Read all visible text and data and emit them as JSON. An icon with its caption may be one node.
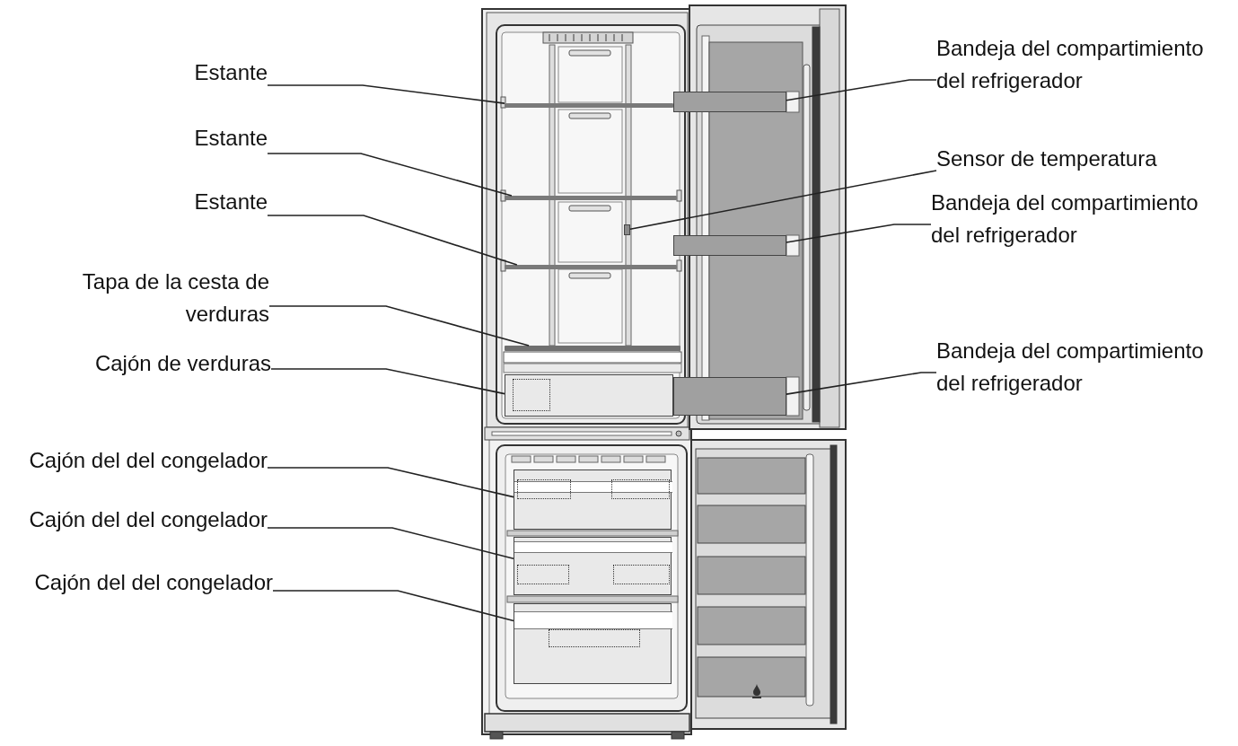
{
  "diagram": {
    "nodes": [
      {
        "text": [
          "Estante"
        ]
      },
      {
        "text": [
          "Estante"
        ]
      },
      {
        "text": [
          "Estante"
        ]
      },
      {
        "text": [
          "Tapa de la cesta de verduras"
        ]
      },
      {
        "text": [
          "Cajón de verduras"
        ]
      },
      {
        "text": [
          "Cajón del del congelador"
        ]
      },
      {
        "text": [
          "Cajón del del congelador"
        ]
      },
      {
        "text": [
          "Cajón del del congelador"
        ]
      },
      {
        "text": [
          "Bandeja del compartimiento del refrigerador"
        ]
      },
      {
        "text": [
          "Sensor de temperatura"
        ]
      },
      {
        "text": [
          "Bandeja del compartimiento del refrigerador"
        ]
      },
      {
        "text": [
          "Bandeja del compartimiento del refrigerador"
        ]
      },
      {
        "text": [],
        "shape": "bar"
      },
      {
        "text": [],
        "shape": "bar"
      },
      {
        "text": [],
        "shape": "bar"
      },
      {
        "text": [],
        "shape": "bar"
      },
      {
        "text": [],
        "shape": "box"
      },
      {
        "text": [],
        "shape": "box"
      },
      {
        "text": [],
        "shape": "box"
      },
      {
        "text": [],
        "shape": "box"
      },
      {
        "text": [],
        "shape": "box"
      },
      {
        "text": [],
        "shape": "box"
      },
      {
        "text": [],
        "shape": "box"
      },
      {
        "text": [],
        "shape": "box"
      }
    ],
    "edges": [
      {
        "from": 0,
        "to": 12,
        "arrow": "none"
      },
      {
        "from": 1,
        "to": 13,
        "arrow": "none"
      },
      {
        "from": 2,
        "to": 14,
        "arrow": "none"
      },
      {
        "from": 3,
        "to": 15,
        "arrow": "none"
      },
      {
        "from": 4,
        "to": 16,
        "arrow": "none"
      },
      {
        "from": 5,
        "to": 17,
        "arrow": "none"
      },
      {
        "from": 6,
        "to": 18,
        "arrow": "none"
      },
      {
        "from": 7,
        "to": 19,
        "arrow": "none"
      },
      {
        "from": 8,
        "to": 20,
        "arrow": "none"
      },
      {
        "from": 9,
        "to": 21,
        "arrow": "none"
      },
      {
        "from": 10,
        "to": 22,
        "arrow": "none"
      },
      {
        "from": 11,
        "to": 23,
        "arrow": "none"
      }
    ]
  }
}
